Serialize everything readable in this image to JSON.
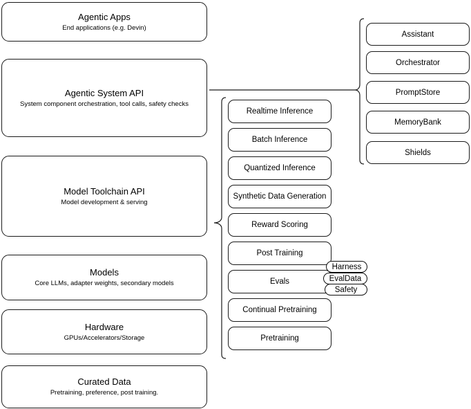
{
  "diagram": {
    "title": "Agentic AI stack layered architecture diagram",
    "accent_color": "#1a1a1a",
    "background_color": "#ffffff"
  },
  "layers": [
    {
      "title": "Agentic Apps",
      "subtitle": "End applications (e.g. Devin)"
    },
    {
      "title": "Agentic System API",
      "subtitle": "System component orchestration, tool calls, safety checks"
    },
    {
      "title": "Model Toolchain API",
      "subtitle": "Model development & serving"
    },
    {
      "title": "Models",
      "subtitle": "Core LLMs, adapter weights, secondary models"
    },
    {
      "title": "Hardware",
      "subtitle": "GPUs/Accelerators/Storage"
    },
    {
      "title": "Curated Data",
      "subtitle": "Pretraining, preference, post training."
    }
  ],
  "system_components": [
    {
      "label": "Assistant"
    },
    {
      "label": "Orchestrator"
    },
    {
      "label": "PromptStore"
    },
    {
      "label": "MemoryBank"
    },
    {
      "label": "Shields"
    }
  ],
  "toolchain_components": [
    {
      "label": "Realtime Inference"
    },
    {
      "label": "Batch Inference"
    },
    {
      "label": "Quantized Inference"
    },
    {
      "label": "Synthetic Data Generation"
    },
    {
      "label": "Reward Scoring"
    },
    {
      "label": "Post Training"
    },
    {
      "label": "Evals"
    },
    {
      "label": "Continual Pretraining"
    },
    {
      "label": "Pretraining"
    }
  ],
  "evals_subcomponents": [
    {
      "label": "Harness"
    },
    {
      "label": "EvalData"
    },
    {
      "label": "Safety"
    }
  ]
}
